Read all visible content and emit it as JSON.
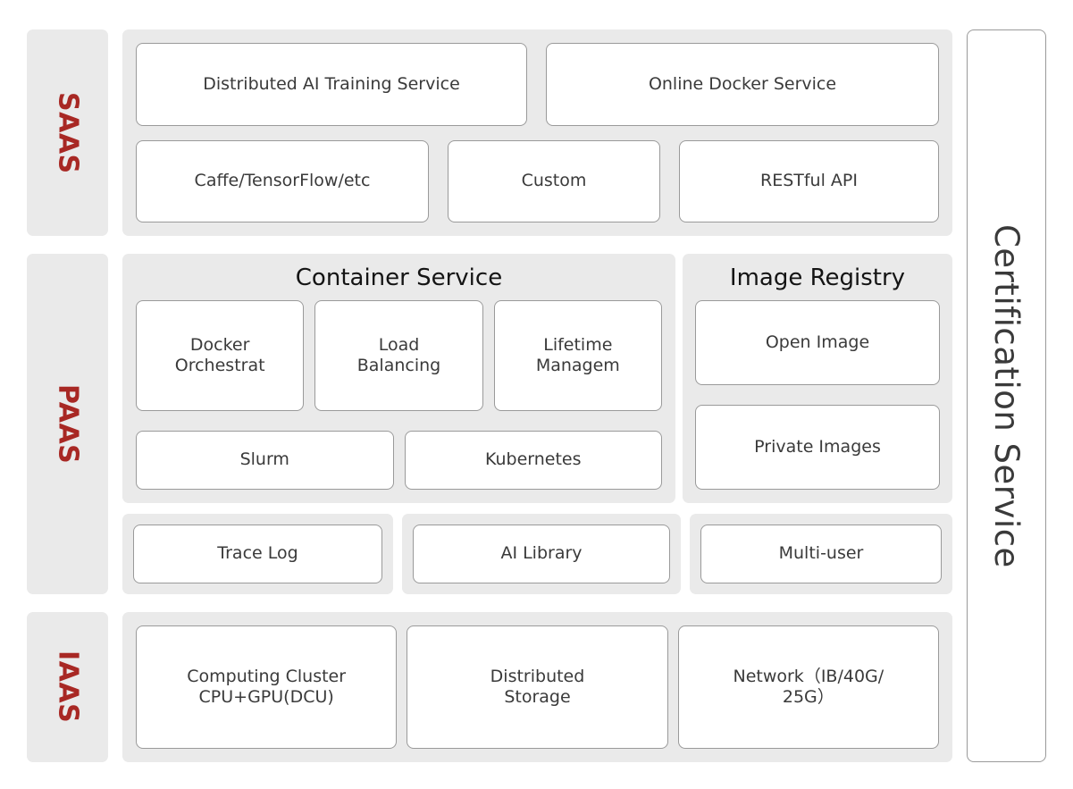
{
  "tiers": [
    {
      "name": "saas",
      "label": "SAAS"
    },
    {
      "name": "paas",
      "label": "PAAS"
    },
    {
      "name": "iaas",
      "label": "IAAS"
    }
  ],
  "saas": {
    "row1": [
      {
        "label": "Distributed AI Training Service"
      },
      {
        "label": "Online Docker Service"
      }
    ],
    "row2": [
      {
        "label": "Caffe/TensorFlow/etc"
      },
      {
        "label": "Custom"
      },
      {
        "label": "RESTful API"
      }
    ]
  },
  "paas": {
    "container_service": {
      "title": "Container Service",
      "row1": [
        {
          "label": "Docker\nOrchestrat"
        },
        {
          "label": "Load\nBalancing"
        },
        {
          "label": "Lifetime\nManagem"
        }
      ],
      "row2": [
        {
          "label": "Slurm"
        },
        {
          "label": "Kubernetes"
        }
      ]
    },
    "image_registry": {
      "title": "Image Registry",
      "boxes": [
        {
          "label": "Open Image"
        },
        {
          "label": "Private Images"
        }
      ]
    },
    "bottom": [
      {
        "label": "Trace Log"
      },
      {
        "label": "AI Library"
      },
      {
        "label": "Multi-user"
      }
    ]
  },
  "iaas": {
    "boxes": [
      {
        "label": "Computing Cluster\nCPU+GPU(DCU)"
      },
      {
        "label": "Distributed\nStorage"
      },
      {
        "label": "Network（IB/40G/\n25G）"
      }
    ]
  },
  "certification": {
    "label": "Certification Service"
  },
  "colors": {
    "tier_label_text": "#a82824",
    "panel_background": "#eaeaea",
    "box_background": "#ffffff",
    "box_border": "#9a9a9a",
    "body_text": "#3a3a3a",
    "title_text": "#141414",
    "page_background": "#ffffff"
  }
}
